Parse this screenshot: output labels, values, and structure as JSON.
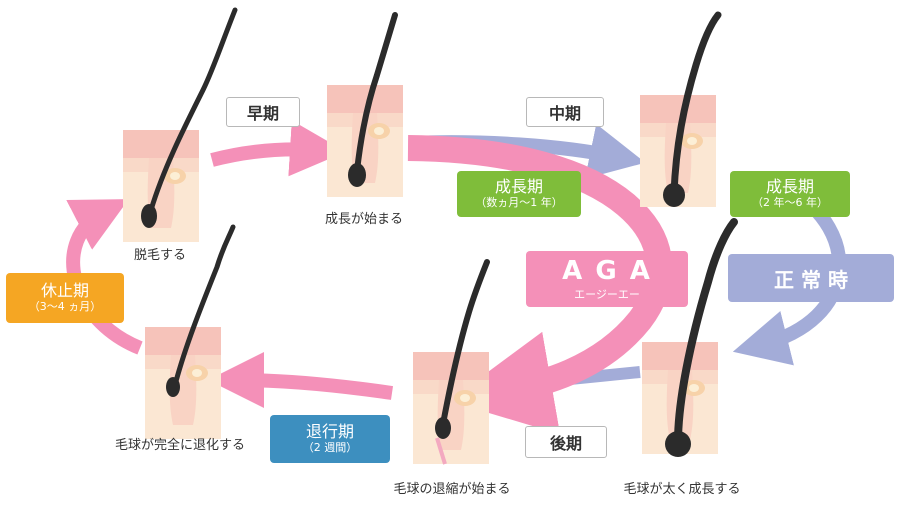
{
  "colors": {
    "pink": "#f490b8",
    "blue_gray": "#a3acd8",
    "green": "#7fbd3a",
    "orange": "#f5a623",
    "teal": "#3d8fbf"
  },
  "phases": {
    "early": "早期",
    "middle": "中期",
    "late": "後期"
  },
  "badges": {
    "aga_growth": {
      "title": "成長期",
      "sub": "（数ヵ月〜1 年）"
    },
    "normal_growth": {
      "title": "成長期",
      "sub": "（2 年〜6 年）"
    },
    "resting": {
      "title": "休止期",
      "sub": "（3〜4 ヵ月）"
    },
    "regression": {
      "title": "退行期",
      "sub": "（2 週間）"
    }
  },
  "banners": {
    "aga": {
      "title": "A G A",
      "sub": "エージーエー"
    },
    "normal": {
      "title": "正 常 時"
    }
  },
  "captions": {
    "shedding": "脱毛する",
    "growth_start": "成長が始まる",
    "bulb_regressed": "毛球が完全に退化する",
    "shrink_start": "毛球の退縮が始まる",
    "bulb_thick": "毛球が太く成長する"
  }
}
